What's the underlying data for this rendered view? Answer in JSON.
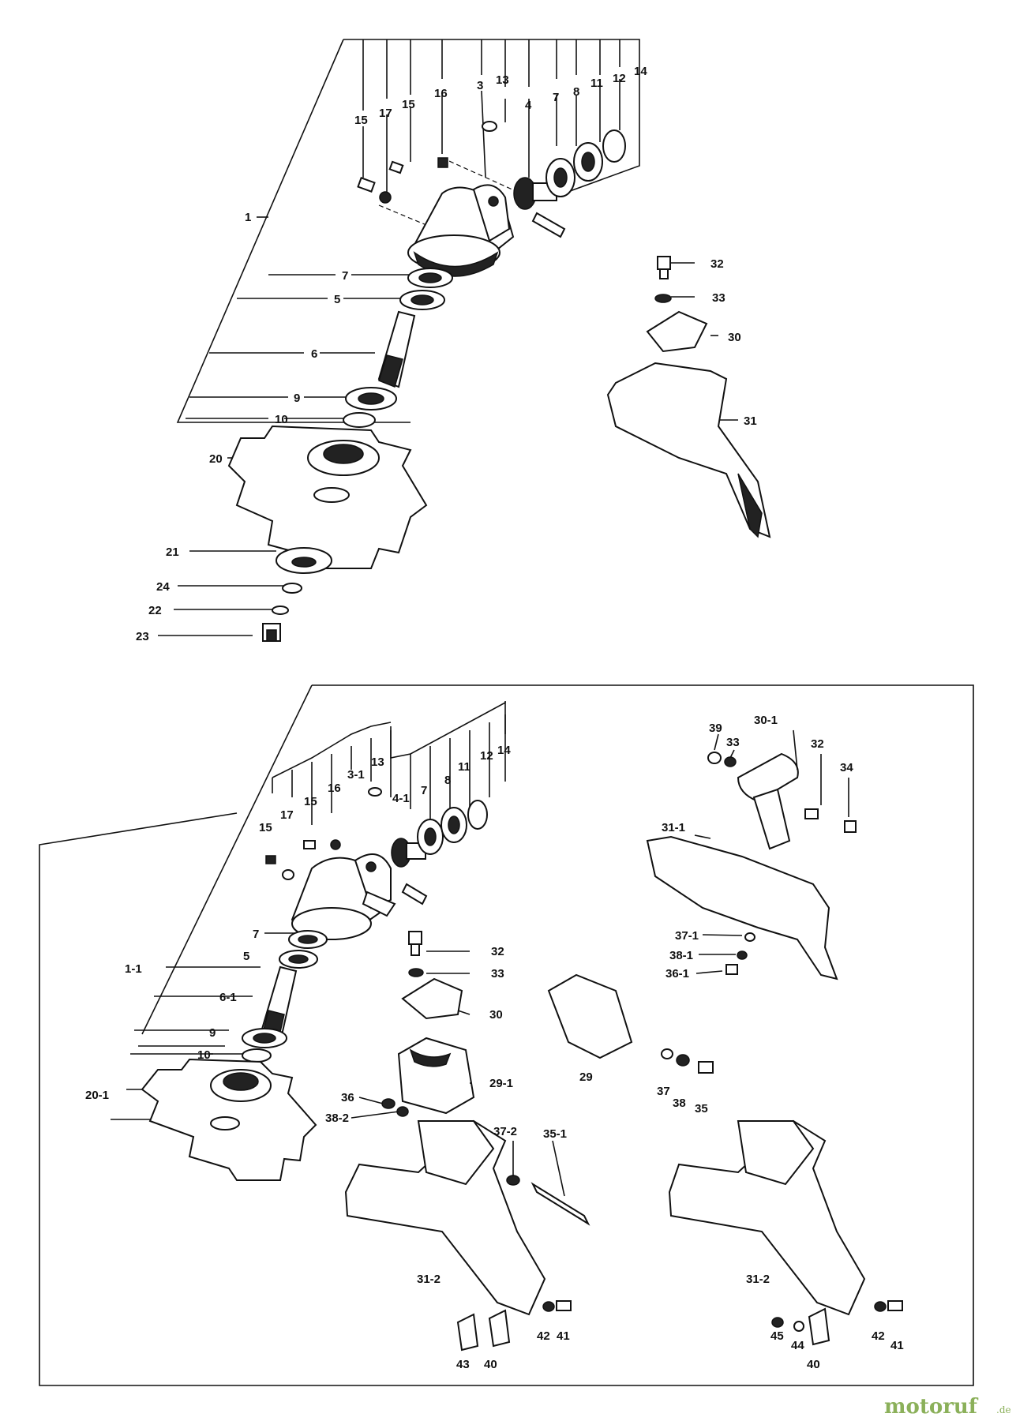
{
  "upper": {
    "callouts": {
      "c1": "1",
      "c15a": "15",
      "c17": "17",
      "c15b": "15",
      "c16": "16",
      "c3": "3",
      "c13": "13",
      "c4": "4",
      "c7a": "7",
      "c8": "8",
      "c11": "11",
      "c12": "12",
      "c14": "14",
      "c7b": "7",
      "c5": "5",
      "c6": "6",
      "c9": "9",
      "c10": "10",
      "c20": "20",
      "c21": "21",
      "c24": "24",
      "c22": "22",
      "c23": "23",
      "c32": "32",
      "c33": "33",
      "c30": "30",
      "c31": "31"
    }
  },
  "lower": {
    "callouts": {
      "c15a": "15",
      "c17": "17",
      "c15b": "15",
      "c16": "16",
      "c3_1": "3-1",
      "c13": "13",
      "c4_1": "4-1",
      "c7a": "7",
      "c8": "8",
      "c11": "11",
      "c12": "12",
      "c14": "14",
      "c7b": "7",
      "c1_1": "1-1",
      "c5": "5",
      "c6_1": "6-1",
      "c9": "9",
      "c10": "10",
      "c20_1": "20-1",
      "c32": "32",
      "c33": "33",
      "c30": "30",
      "c29_1": "29-1",
      "c29": "29",
      "c36": "36",
      "c38_2": "38-2",
      "c37_2": "37-2",
      "c35_1": "35-1",
      "c31_2a": "31-2",
      "c31_2b": "31-2",
      "c42a": "42",
      "c41a": "41",
      "c43": "43",
      "c40a": "40",
      "c45": "45",
      "c44": "44",
      "c40b": "40",
      "c42b": "42",
      "c41b": "41",
      "c37": "37",
      "c38": "38",
      "c35": "35",
      "c39": "39",
      "c33b": "33",
      "c30_1": "30-1",
      "c32b": "32",
      "c34": "34",
      "c31_1": "31-1",
      "c37_1": "37-1",
      "c38_1": "38-1",
      "c36_1": "36-1"
    }
  },
  "watermark": {
    "brand": "motoruf",
    "tld": ".de"
  }
}
